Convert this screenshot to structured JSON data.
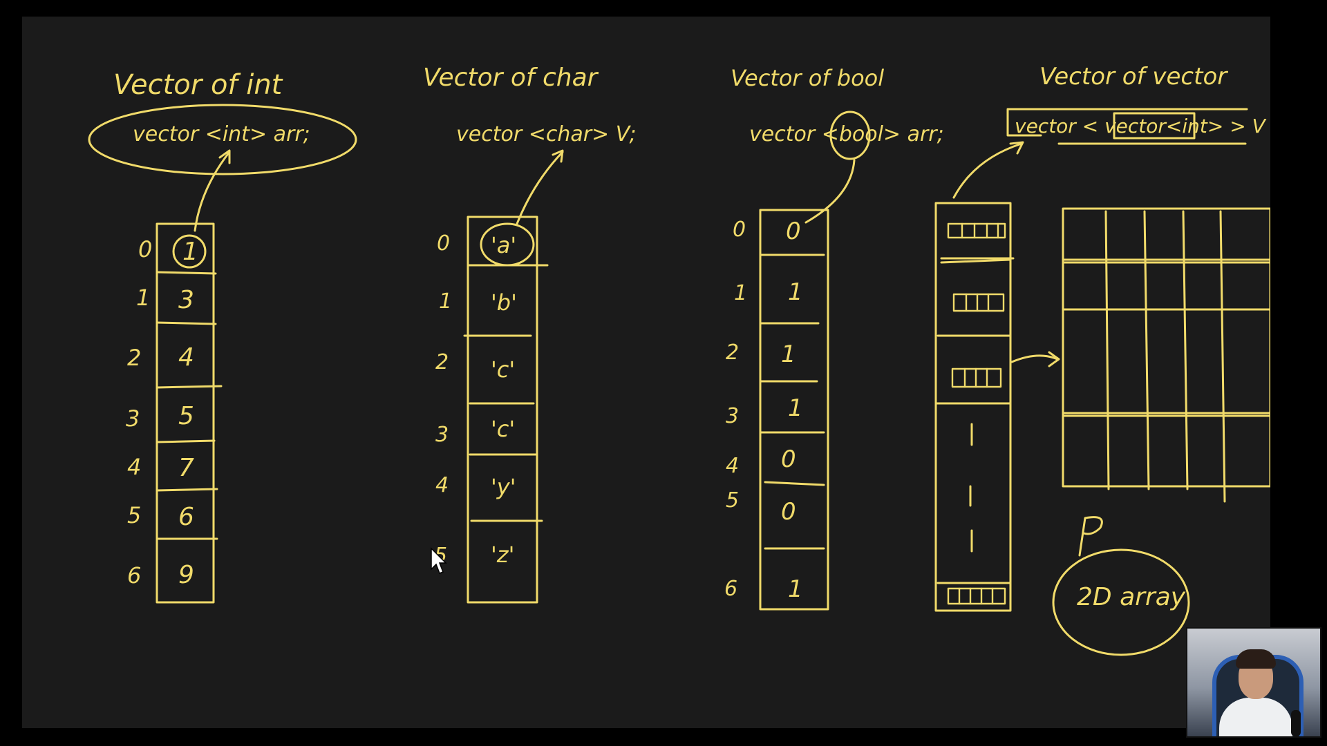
{
  "titles": {
    "int": "Vector of int",
    "char": "Vector of char",
    "bool": "Vector of bool",
    "vector": "Vector of vector"
  },
  "declarations": {
    "int": "vector <int> arr;",
    "char": "vector <char> V;",
    "bool": "vector <bool> arr;",
    "vector": "vector < vector<int> > V"
  },
  "int_vector": {
    "indices": [
      "0",
      "1",
      "2",
      "3",
      "4",
      "5",
      "6"
    ],
    "values": [
      "1",
      "3",
      "4",
      "5",
      "7",
      "6",
      "9"
    ]
  },
  "char_vector": {
    "indices": [
      "0",
      "1",
      "2",
      "3",
      "4",
      "5"
    ],
    "values": [
      "'a'",
      "'b'",
      "'c'",
      "'c'",
      "'y'",
      "'z'"
    ]
  },
  "bool_vector": {
    "indices": [
      "0",
      "1",
      "2",
      "3",
      "4",
      "5",
      "6"
    ],
    "values": [
      "0",
      "1",
      "1",
      "1",
      "0",
      "0",
      "1"
    ]
  },
  "vector_of_vector": {
    "annotation": "2D array"
  },
  "ink_color": "#f1db6a",
  "board_color": "#1b1b1b",
  "icons": [
    "mouse-cursor-icon"
  ]
}
